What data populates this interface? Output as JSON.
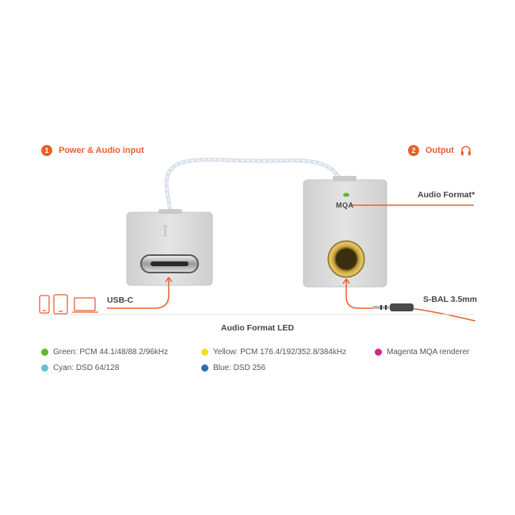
{
  "steps": [
    {
      "number": "1",
      "label": "Power & Audio input"
    },
    {
      "number": "2",
      "label": "Output"
    }
  ],
  "headphones_icon": "headphones-icon",
  "callouts": {
    "audio_format": "Audio Format*",
    "usb_c": "USB-C",
    "sbal": "S-BAL 3.5mm"
  },
  "device_label": "MQA",
  "led_section_title": "Audio Format  LED",
  "legend": [
    {
      "label": "Green: PCM 44.1/48/88.2/96kHz",
      "color": "#5cb832"
    },
    {
      "label": "Yellow: PCM 176.4/192/352.8/384kHz",
      "color": "#f0e020"
    },
    {
      "label": "Magenta MQA renderer",
      "color": "#d6248a"
    },
    {
      "label": "Cyan: DSD 64/128",
      "color": "#5bc4d8"
    },
    {
      "label": "Blue: DSD 256",
      "color": "#2e6db3"
    }
  ],
  "colors": {
    "accent": "#e8602c",
    "body": "#dcdcdc",
    "gold": "#c8a23c"
  },
  "device_icons": [
    "phone-icon",
    "tablet-icon",
    "laptop-icon"
  ]
}
